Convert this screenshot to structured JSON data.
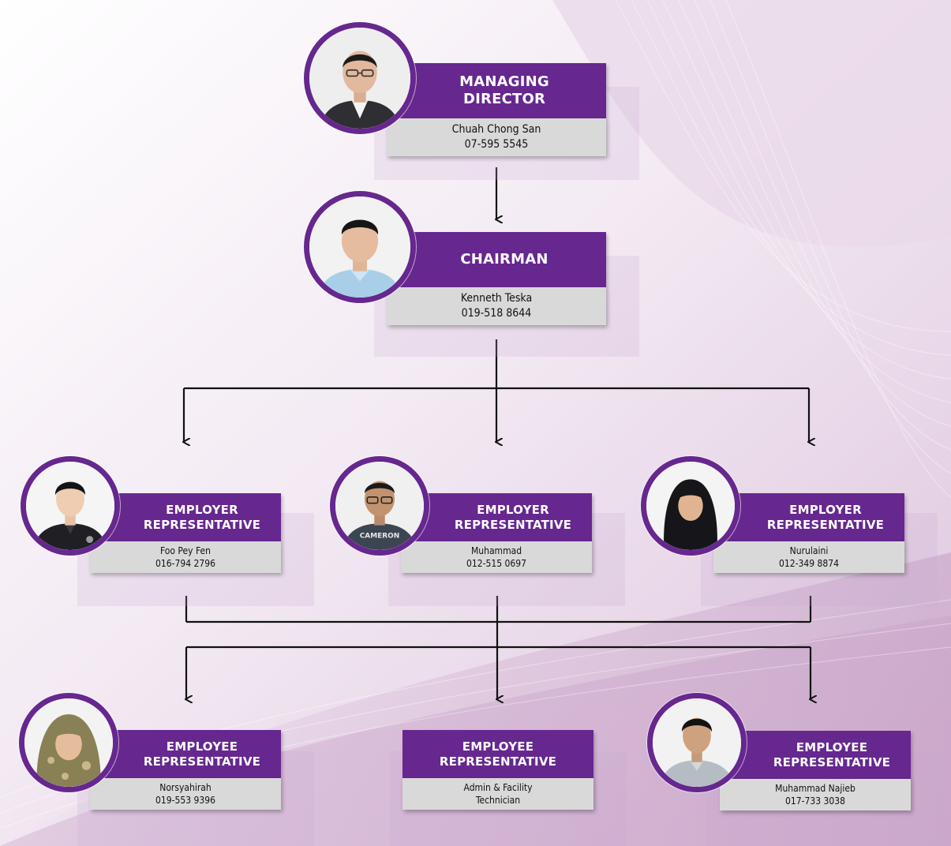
{
  "colors": {
    "purple": "#66278f",
    "grey_box": "#d9d9d9",
    "background": "#f6eff6"
  },
  "managing_director": {
    "title": "MANAGING\nDIRECTOR",
    "name": "Chuah Chong San",
    "phone": "07-595 5545",
    "photo_icon": "portrait-photo-icon"
  },
  "chairman": {
    "title": "CHAIRMAN",
    "name": "Kenneth Teska",
    "phone": "019-518 8644",
    "photo_icon": "portrait-photo-icon"
  },
  "employer_representatives": [
    {
      "title": "EMPLOYER\nREPRESENTATIVE",
      "name": "Foo Pey Fen",
      "phone": "016-794 2796"
    },
    {
      "title": "EMPLOYER\nREPRESENTATIVE",
      "name": "Muhammad",
      "phone": "012-515 0697",
      "shirt_text": "CAMERON"
    },
    {
      "title": "EMPLOYER\nREPRESENTATIVE",
      "name": "Nurulaini",
      "phone": "012-349 8874"
    }
  ],
  "employee_representatives": [
    {
      "title": "EMPLOYEE\nREPRESENTATIVE",
      "name": "Norsyahirah",
      "phone": "019-553 9396"
    },
    {
      "title": "EMPLOYEE\nREPRESENTATIVE",
      "name": "Admin & Facility",
      "phone": "Technician"
    },
    {
      "title": "EMPLOYEE\nREPRESENTATIVE",
      "name": "Muhammad Najieb",
      "phone": "017-733 3038"
    }
  ]
}
